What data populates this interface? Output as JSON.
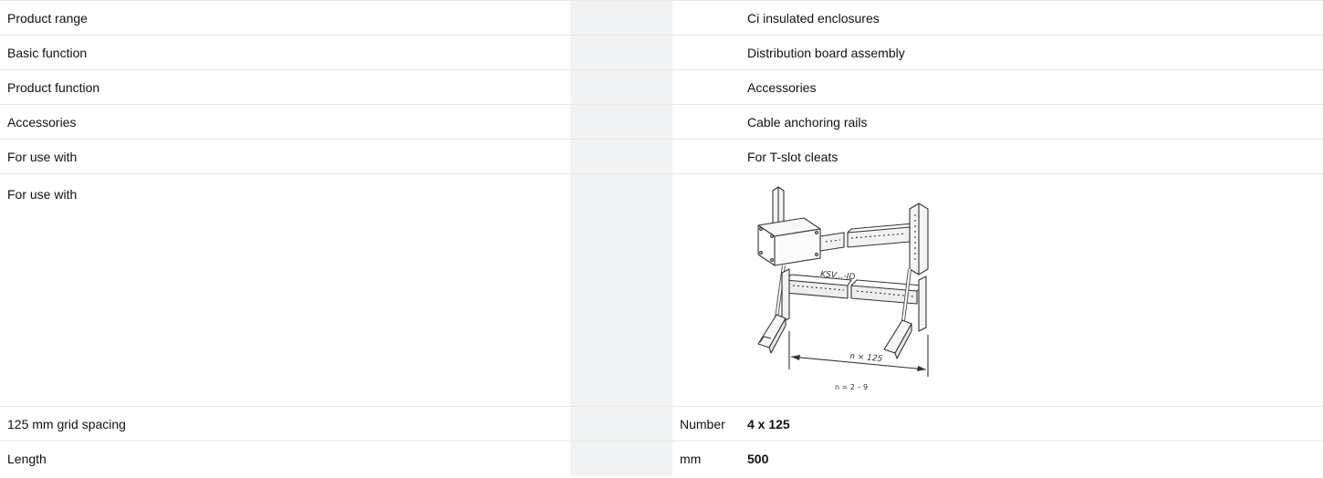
{
  "rows": [
    {
      "label": "Product range",
      "unit": "",
      "value": "Ci insulated enclosures"
    },
    {
      "label": "Basic function",
      "unit": "",
      "value": "Distribution board assembly"
    },
    {
      "label": "Product function",
      "unit": "",
      "value": "Accessories"
    },
    {
      "label": "Accessories",
      "unit": "",
      "value": "Cable anchoring rails"
    },
    {
      "label": "For use with",
      "unit": "",
      "value": "For T-slot cleats"
    },
    {
      "label": "For use with",
      "unit": "",
      "value": ""
    },
    {
      "label": "125 mm grid spacing",
      "unit": "Number",
      "value": "4 x 125"
    },
    {
      "label": "Length",
      "unit": "mm",
      "value": "500"
    }
  ],
  "diagram": {
    "rail_label": "KSV...-ID",
    "dimension_label": "n × 125",
    "range_label": "n = 2 – 9"
  }
}
